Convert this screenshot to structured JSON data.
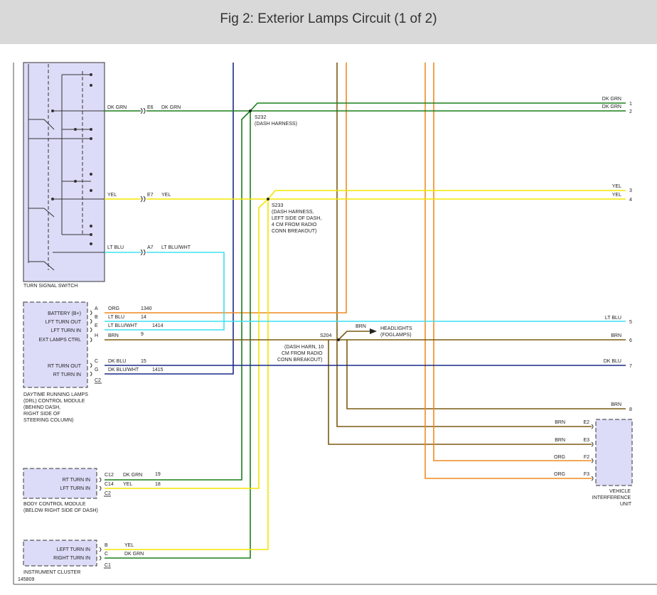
{
  "header": {
    "title": "Fig 2: Exterior Lamps Circuit (1 of 2)"
  },
  "diagram_id": "145809",
  "colors": {
    "DK GRN": "#1a7f1a",
    "YEL": "#f2e600",
    "LT BLU": "#3fe0f0",
    "ORG": "#f08a1e",
    "BRN": "#7a5a10",
    "DK BLU": "#1a2a8a",
    "module_fill": "#dcdcf8"
  },
  "components": {
    "turn_signal_switch": {
      "label": "TURN SIGNAL SWITCH"
    },
    "drl_module": {
      "label_lines": [
        "DAYTIME RUNNING LAMPS",
        "(DRL) CONTROL MODULE",
        "(BEHIND DASH,",
        "RIGHT SIDE OF",
        "STEERING COLUMN)"
      ],
      "connector": "C2",
      "pins": [
        {
          "name": "BATTERY (B+)",
          "pin": "A",
          "wire": "ORG",
          "circuit": "1340"
        },
        {
          "name": "LFT TURN OUT",
          "pin": "B",
          "wire": "LT BLU",
          "circuit": "14"
        },
        {
          "name": "LFT TURN IN",
          "pin": "E",
          "wire": "LT BLU/WHT",
          "circuit": "1414"
        },
        {
          "name": "EXT LAMPS CTRL",
          "pin": "H",
          "wire": "BRN",
          "circuit": "9"
        },
        {
          "name": "RT TURN OUT",
          "pin": "C",
          "wire": "DK BLU",
          "circuit": "15"
        },
        {
          "name": "RT TURN IN",
          "pin": "G",
          "wire": "DK BLU/WHT",
          "circuit": "1415"
        }
      ]
    },
    "bcm": {
      "label_lines": [
        "BODY CONTROL MODULE",
        "(BELOW RIGHT SIDE OF DASH)"
      ],
      "connector": "C2",
      "pins": [
        {
          "name": "RT TURN IN",
          "pin": "C12",
          "wire": "DK GRN",
          "circuit": "19"
        },
        {
          "name": "LFT TURN IN",
          "pin": "C14",
          "wire": "YEL",
          "circuit": "18"
        }
      ]
    },
    "cluster": {
      "label": "INSTRUMENT CLUSTER",
      "connector": "C1",
      "pins": [
        {
          "name": "LEFT TURN IN",
          "pin": "B",
          "wire": "YEL"
        },
        {
          "name": "RIGHT TURN IN",
          "pin": "C",
          "wire": "DK GRN"
        }
      ]
    },
    "viu": {
      "label_lines": [
        "VEHICLE",
        "INTERFERENCE",
        "UNIT"
      ],
      "pins": [
        {
          "pin": "E2",
          "wire": "BRN"
        },
        {
          "pin": "E3",
          "wire": "BRN"
        },
        {
          "pin": "F2",
          "wire": "ORG"
        },
        {
          "pin": "F3",
          "wire": "ORG"
        }
      ]
    }
  },
  "splices": {
    "s232": {
      "id": "S232",
      "desc": "(DASH HARNESS)"
    },
    "s233": {
      "id": "S233",
      "desc_lines": [
        "(DASH HARNESS,",
        "LEFT SIDE OF DASH,",
        "4 CM FROM RADIO",
        "CONN BREAKOUT)"
      ]
    },
    "s204": {
      "id": "S204",
      "desc_lines": [
        "(DASH HARN, 10",
        "CM FROM RADIO",
        "CONN BREAKOUT)"
      ]
    }
  },
  "inline_connectors": [
    {
      "id": "E6",
      "left_wire": "DK GRN",
      "right_wire": "DK GRN"
    },
    {
      "id": "E7",
      "left_wire": "YEL",
      "right_wire": "YEL"
    },
    {
      "id": "A7",
      "left_wire": "LT BLU",
      "right_wire": "LT BLU/WHT"
    }
  ],
  "headlights": {
    "wire": "BRN",
    "label_lines": [
      "HEADLIGHTS",
      "(FOGLAMPS)"
    ]
  },
  "outputs": [
    {
      "num": "1",
      "wire": "DK GRN"
    },
    {
      "num": "2",
      "wire": "DK GRN"
    },
    {
      "num": "3",
      "wire": "YEL"
    },
    {
      "num": "4",
      "wire": "YEL"
    },
    {
      "num": "5",
      "wire": "LT BLU"
    },
    {
      "num": "6",
      "wire": "BRN"
    },
    {
      "num": "7",
      "wire": "DK BLU"
    },
    {
      "num": "8",
      "wire": "BRN"
    }
  ]
}
